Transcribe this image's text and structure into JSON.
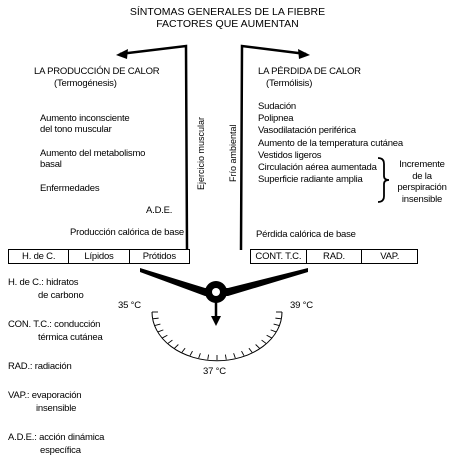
{
  "title": {
    "line1": "SÍNTOMAS GENERALES DE LA FIEBRE",
    "line2": "FACTORES QUE AUMENTAN"
  },
  "left": {
    "heading1": "LA PRODUCCIÓN DE CALOR",
    "heading2": "(Termogénesis)",
    "item1_line1": "Aumento inconsciente",
    "item1_line2": "del tono muscular",
    "item2_line1": "Aumento del metabolismo",
    "item2_line2": "basal",
    "item3": "Enfermedades",
    "ade": "A.D.E.",
    "base": "Producción calórica de base",
    "vertical": "Ejercicio muscular"
  },
  "right": {
    "heading1": "LA PÉRDIDA DE CALOR",
    "heading2": "(Termólisis)",
    "items": [
      "Sudación",
      "Polipnea",
      "Vasodilatación periférica",
      "Aumento de la temperatura cutánea",
      "Vestidos ligeros",
      "Circulación aérea aumentada",
      "Superficie radiante amplia"
    ],
    "brace_label": [
      "Incremente",
      "de la",
      "perspiración",
      "insensible"
    ],
    "base": "Pérdida calórica de base",
    "vertical": "Frío ambiental"
  },
  "left_pan": [
    "H. de C.",
    "Lípidos",
    "Prótidos"
  ],
  "right_pan": [
    "CONT. T.C.",
    "RAD.",
    "VAP."
  ],
  "scale": {
    "left_temp": "35 °C",
    "right_temp": "39 °C",
    "bottom_temp": "37 °C"
  },
  "legend": {
    "hc_line1": "H. de C.: hidratos",
    "hc_line2": "de carbono",
    "cont_line1": "CON. T.C.: conducción",
    "cont_line2": "térmica cutánea",
    "rad": "RAD.: radiación",
    "vap_line1": "VAP.: evaporación",
    "vap_line2": "insensible",
    "ade_line1": "A.D.E.: acción dinámica",
    "ade_line2": "específica"
  }
}
